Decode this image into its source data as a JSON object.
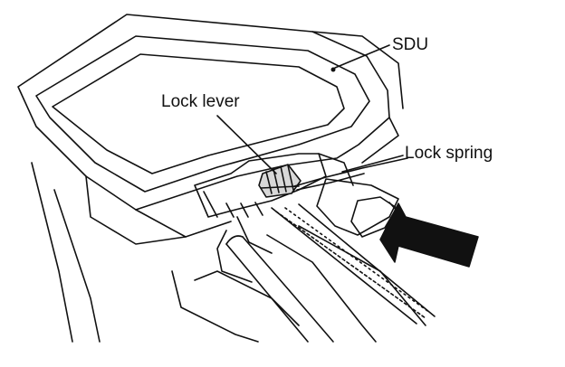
{
  "labels": {
    "sdu": "SDU",
    "lock_lever": "Lock lever",
    "lock_spring": "Lock spring"
  },
  "colors": {
    "line": "#111111",
    "background": "#ffffff"
  }
}
